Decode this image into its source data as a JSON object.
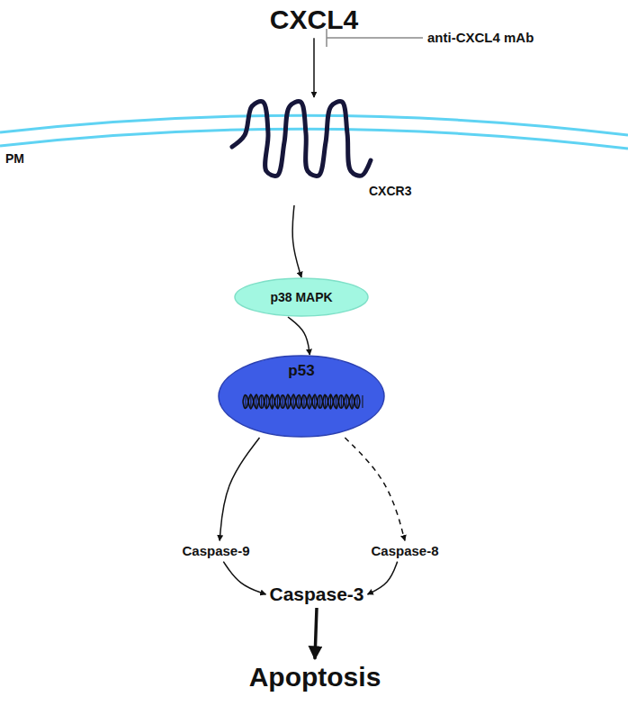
{
  "diagram": {
    "nodes": [
      {
        "text": [
          "CXCL4"
        ]
      },
      {
        "text": [
          "CXCR3"
        ]
      },
      {
        "text": [
          "p38 MAPK"
        ]
      },
      {
        "text": [
          "p53"
        ]
      },
      {
        "text": [
          "Caspase-9"
        ]
      },
      {
        "text": [
          "Caspase-8"
        ]
      },
      {
        "text": [
          "Caspase-3"
        ]
      },
      {
        "text": [
          "Apoptosis"
        ]
      }
    ],
    "edges": [
      {
        "from": 0,
        "to": 1,
        "arrow": "to"
      },
      {
        "from": 1,
        "to": 2,
        "arrow": "to"
      },
      {
        "from": 2,
        "to": 3,
        "arrow": "to"
      },
      {
        "from": 3,
        "to": 4,
        "arrow": "to"
      },
      {
        "from": 3,
        "to": 5,
        "arrow": "to"
      },
      {
        "from": 4,
        "to": 6,
        "arrow": "to"
      },
      {
        "from": 5,
        "to": 6,
        "arrow": "to"
      },
      {
        "from": 6,
        "to": 7,
        "arrow": "to"
      }
    ],
    "labels": [
      "anti-CXCL4 mAb",
      "PM"
    ]
  }
}
